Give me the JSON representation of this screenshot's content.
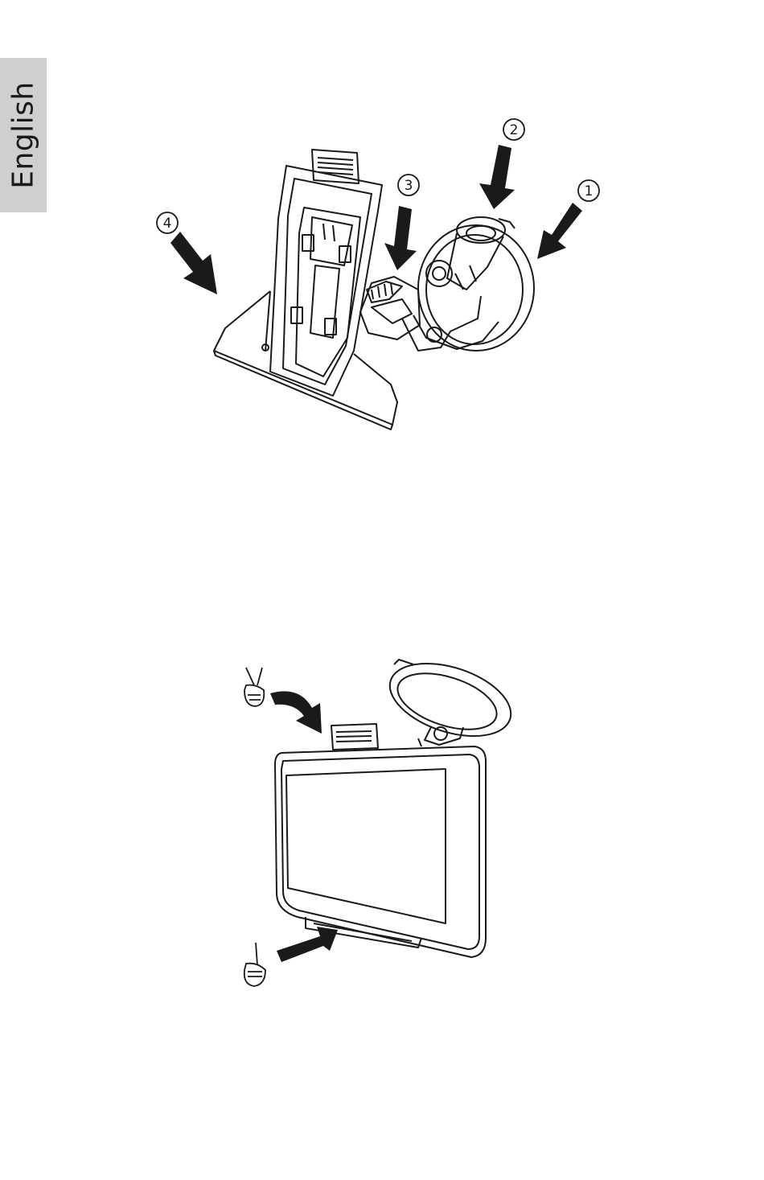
{
  "side_tab": {
    "label": "English"
  },
  "figure1": {
    "callouts": [
      {
        "id": "callout-1",
        "label": "1"
      },
      {
        "id": "callout-2",
        "label": "2"
      },
      {
        "id": "callout-3",
        "label": "3"
      },
      {
        "id": "callout-4",
        "label": "4"
      }
    ]
  },
  "colors": {
    "tab_background": "#cfcfcf",
    "ink": "#1a1a1a",
    "page": "#ffffff"
  }
}
